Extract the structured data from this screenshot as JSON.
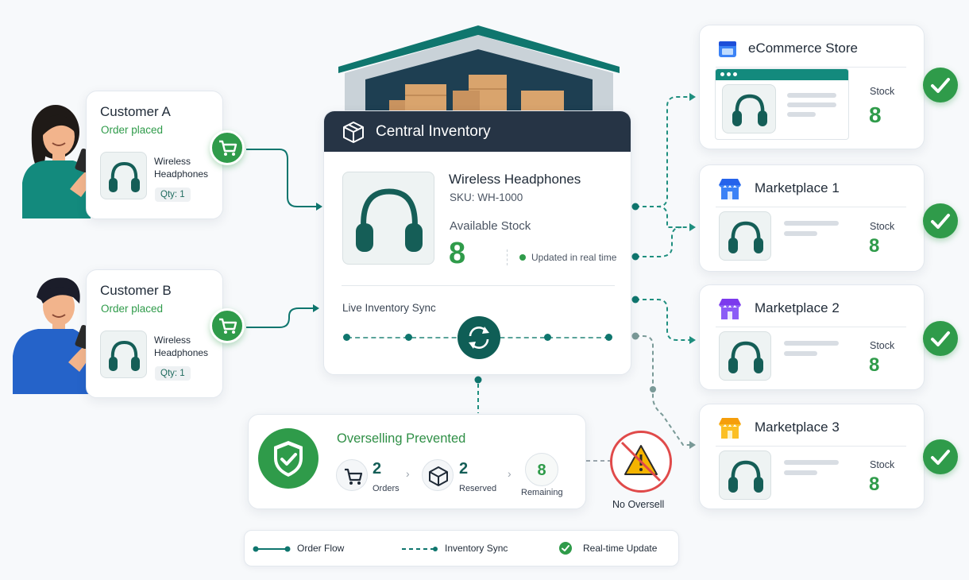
{
  "customers": [
    {
      "name": "Customer A",
      "status": "Order placed",
      "product": "Wireless Headphones",
      "qty": "Qty: 1"
    },
    {
      "name": "Customer B",
      "status": "Order placed",
      "product": "Wireless Headphones",
      "qty": "Qty: 1"
    }
  ],
  "central": {
    "title": "Central Inventory",
    "product_name": "Wireless Headphones",
    "sku": "SKU: WH-1000",
    "stock_label": "Available Stock",
    "stock_value": "8",
    "realtime": "Updated in real time",
    "sync_label": "Live Inventory Sync"
  },
  "channels": [
    {
      "name": "eCommerce Store",
      "stock_label": "Stock",
      "stock_value": "8",
      "icon": "browser-icon"
    },
    {
      "name": "Marketplace 1",
      "stock_label": "Stock",
      "stock_value": "8",
      "icon": "store-icon-blue"
    },
    {
      "name": "Marketplace 2",
      "stock_label": "Stock",
      "stock_value": "8",
      "icon": "store-icon-purple"
    },
    {
      "name": "Marketplace 3",
      "stock_label": "Stock",
      "stock_value": "8",
      "icon": "store-icon-orange"
    }
  ],
  "oversell": {
    "title": "Overselling Prevented",
    "orders_value": "2",
    "orders_label": "Orders",
    "reserved_value": "2",
    "reserved_label": "Reserved",
    "remaining_value": "8",
    "remaining_label": "Remaining",
    "no_oversell": "No Oversell"
  },
  "legend": {
    "order_flow": "Order Flow",
    "inventory_sync": "Inventory Sync",
    "realtime_update": "Real-time Update"
  },
  "colors": {
    "brand_teal": "#0f766e",
    "dark_header": "#263445",
    "success_green": "#2f9b4a",
    "warning_red": "#e04a4a",
    "warning_yellow": "#f4b400"
  }
}
